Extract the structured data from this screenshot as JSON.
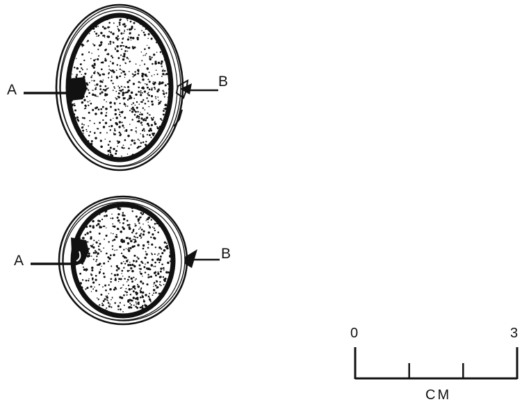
{
  "figures": [
    {
      "id": "upper",
      "labels": {
        "left": "A",
        "right": "B"
      }
    },
    {
      "id": "lower",
      "labels": {
        "left": "A",
        "right": "B"
      }
    }
  ],
  "scale_bar": {
    "min_label": "0",
    "max_label": "3",
    "unit": "CM",
    "intervals": 3
  },
  "colors": {
    "ink": "#111111",
    "background": "#ffffff"
  }
}
